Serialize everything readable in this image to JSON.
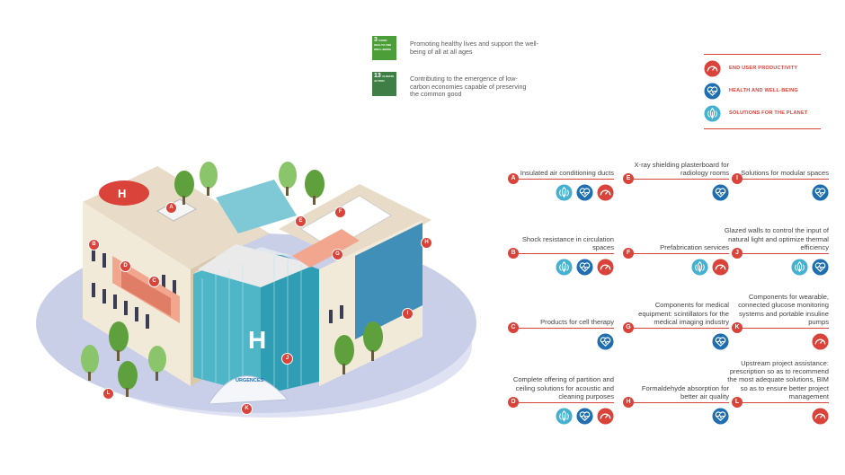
{
  "sdg": [
    {
      "number": "3",
      "badge_text": "GOOD HEALTH AND WELL-BEING",
      "color": "#4c9f38",
      "text": "Promoting healthy lives and support the well-being of all at all ages"
    },
    {
      "number": "13",
      "badge_text": "CLIMATE ACTION",
      "color": "#3f7e44",
      "text": "Contributing to the emergence of low-carbon economies capable of preserving the common good"
    }
  ],
  "legend": [
    {
      "label": "END USER PRODUCTIVITY",
      "icon": "gauge-icon",
      "color": "#d9433a"
    },
    {
      "label": "HEALTH AND WELL-BEING",
      "icon": "heart-pulse-icon",
      "color": "#1f6fb0"
    },
    {
      "label": "SOLUTIONS FOR THE PLANET",
      "icon": "leaf-icon",
      "color": "#45b0cf"
    }
  ],
  "items": [
    {
      "letter": "A",
      "text": "Insulated air conditioning ducts",
      "icons": [
        "leaf-icon",
        "heart-pulse-icon",
        "gauge-icon"
      ]
    },
    {
      "letter": "B",
      "text": "Shock resistance in circulation spaces",
      "icons": [
        "leaf-icon",
        "heart-pulse-icon",
        "gauge-icon"
      ]
    },
    {
      "letter": "C",
      "text": "Products for cell therapy",
      "icons": [
        "heart-pulse-icon"
      ]
    },
    {
      "letter": "D",
      "text": "Complete offering of partition and ceiling solutions for acoustic and cleaning purposes",
      "icons": [
        "leaf-icon",
        "heart-pulse-icon",
        "gauge-icon"
      ]
    },
    {
      "letter": "E",
      "text": "X-ray shielding plasterboard for radiology rooms",
      "icons": [
        "heart-pulse-icon"
      ]
    },
    {
      "letter": "F",
      "text": "Prefabrication services",
      "icons": [
        "leaf-icon",
        "gauge-icon"
      ]
    },
    {
      "letter": "G",
      "text": "Components for medical equipment: scintillators for the medical imaging industry",
      "icons": [
        "heart-pulse-icon"
      ]
    },
    {
      "letter": "H",
      "text": "Formaldehyde absorption for better air quality",
      "icons": [
        "heart-pulse-icon"
      ]
    },
    {
      "letter": "I",
      "text": "Solutions for modular spaces",
      "icons": [
        "heart-pulse-icon"
      ]
    },
    {
      "letter": "J",
      "text": "Glazed walls to control the input of natural light and optimize thermal efficiency",
      "icons": [
        "leaf-icon",
        "heart-pulse-icon"
      ]
    },
    {
      "letter": "K",
      "text": "Components for wearable, connected glucose monitoring systems and portable insuline pumps",
      "icons": [
        "gauge-icon"
      ]
    },
    {
      "letter": "L",
      "text": "Upstream project assistance: prescription so as to recommend the most adequate solutions, BIM so as to ensure better project management",
      "icons": [
        "gauge-icon"
      ]
    }
  ],
  "illustration": {
    "emergency_sign": "URGENCES",
    "helipad_letter": "H",
    "facade_letter": "H",
    "pins": [
      "A",
      "B",
      "C",
      "D",
      "E",
      "F",
      "G",
      "H",
      "I",
      "J",
      "K",
      "L"
    ]
  },
  "colors": {
    "accent_red": "#d9433a",
    "health_blue": "#1f6fb0",
    "planet_teal": "#45b0cf",
    "glass": "#4fb6c8"
  }
}
